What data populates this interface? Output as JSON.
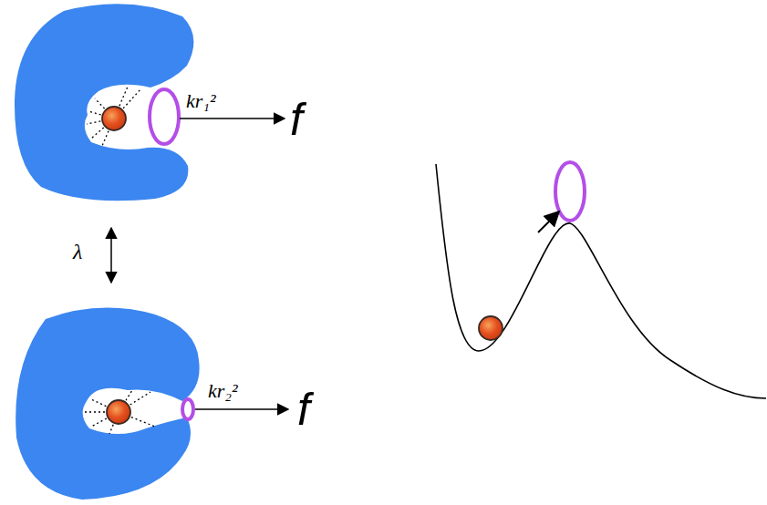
{
  "diagram": {
    "labels": [
      "kr₁²",
      "f",
      "λ",
      "kr₂²",
      "f"
    ]
  }
}
